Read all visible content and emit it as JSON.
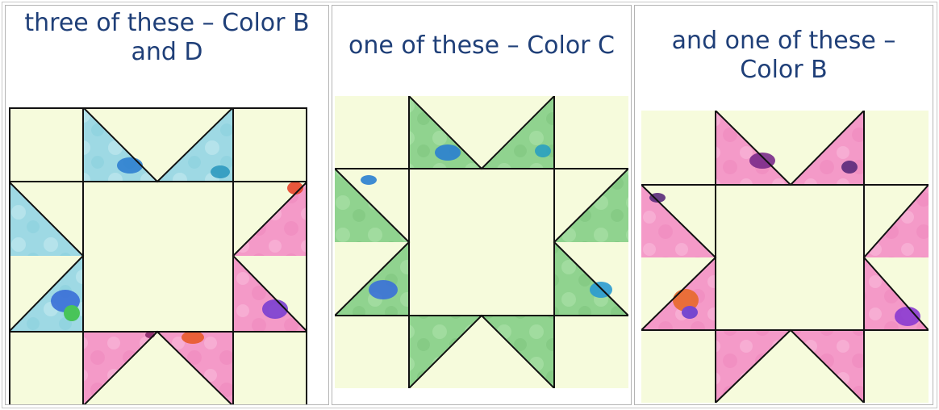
{
  "cells": [
    {
      "caption": "three of these – Color B and D",
      "block": "star-block-pink-blue"
    },
    {
      "caption": "one of these – Color C",
      "block": "star-block-green"
    },
    {
      "caption": "and one of these – Color B",
      "block": "star-block-pink"
    }
  ],
  "colors": {
    "background": "#f6fbdc",
    "pink": "#f49ac8",
    "blue": "#9ed9e4",
    "green": "#90d38f",
    "caption": "#1f3f78"
  }
}
